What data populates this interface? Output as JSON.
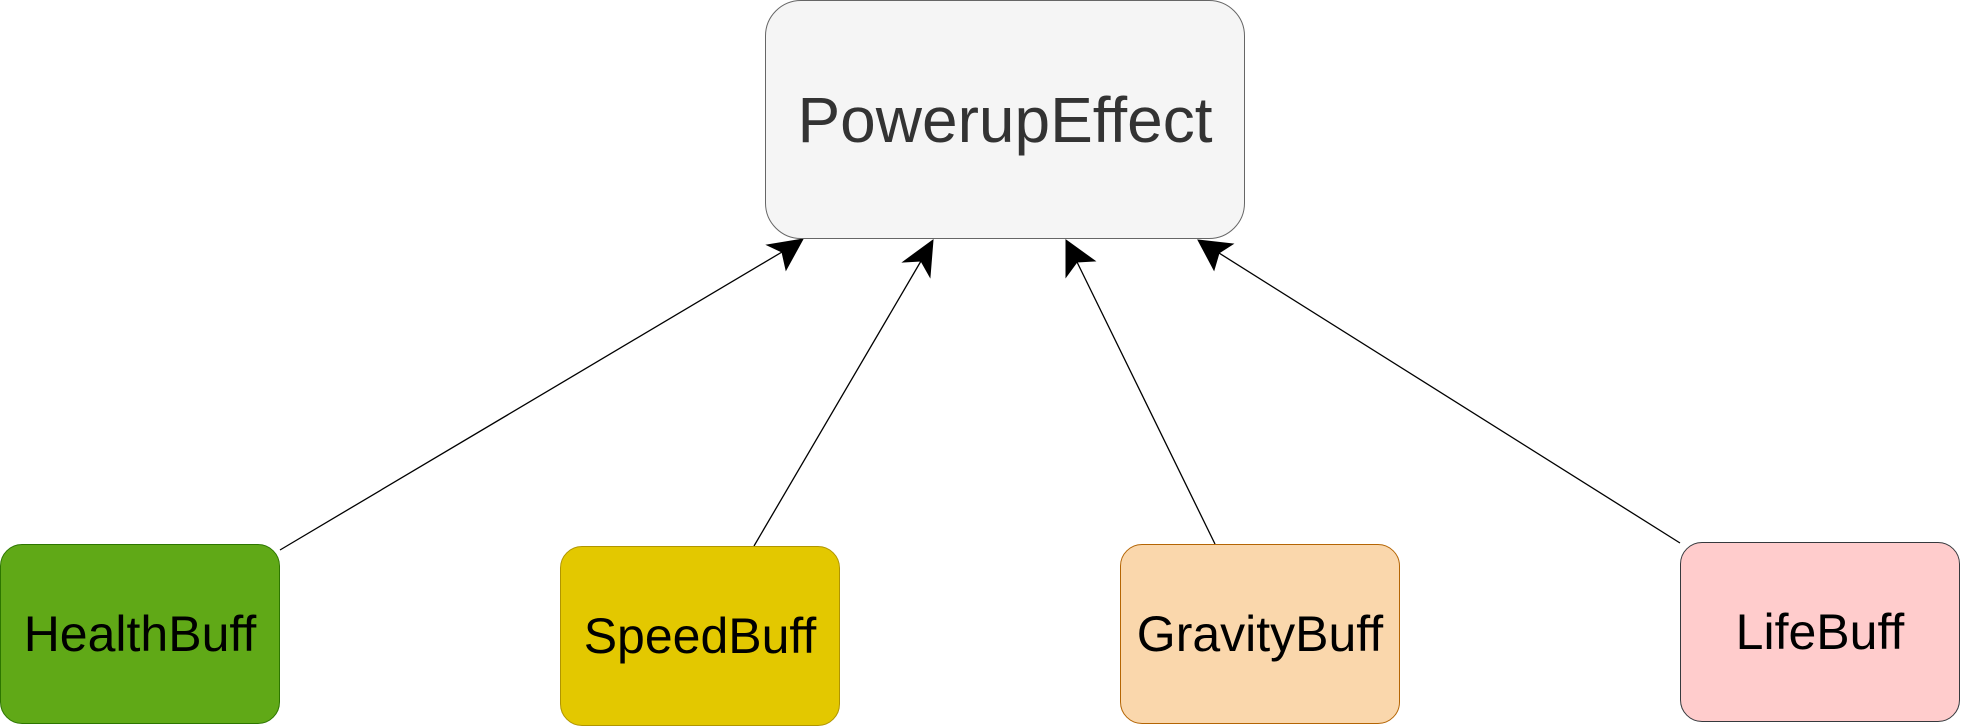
{
  "diagram": {
    "parent": {
      "label": "PowerupEffect",
      "fill": "#f5f5f5",
      "stroke": "#666666"
    },
    "children": [
      {
        "id": "health",
        "label": "HealthBuff",
        "fill": "#60a917",
        "stroke": "#2d7600"
      },
      {
        "id": "speed",
        "label": "SpeedBuff",
        "fill": "#e3c800",
        "stroke": "#b09500"
      },
      {
        "id": "gravity",
        "label": "GravityBuff",
        "fill": "#fad7ac",
        "stroke": "#b46504"
      },
      {
        "id": "life",
        "label": "LifeBuff",
        "fill": "#ffcccc",
        "stroke": "#36393d"
      }
    ],
    "edge_color": "#000000",
    "edge_style": "inheritance-arrow"
  }
}
